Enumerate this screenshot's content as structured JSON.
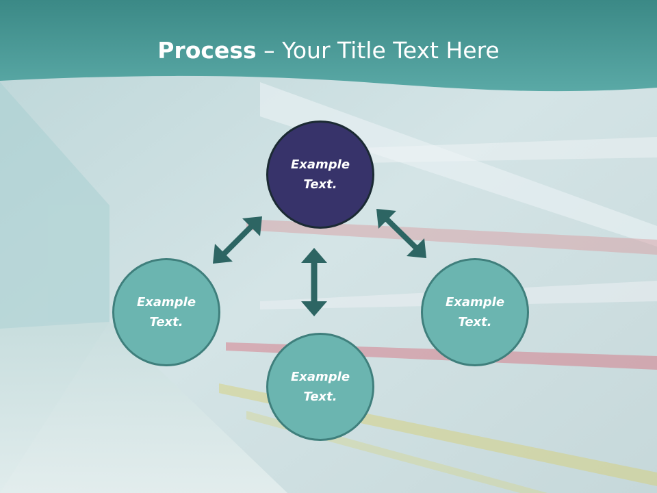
{
  "slide": {
    "title_bold": "Process",
    "title_rest": " – Your Title Text Here"
  },
  "nodes": [
    {
      "text": "Example\nText."
    },
    {
      "text": "Example\nText."
    },
    {
      "text": "Example\nText."
    },
    {
      "text": "Example\nText."
    }
  ],
  "colors": {
    "header": "#4a9c99",
    "main_node": "#37336a",
    "sub_node": "#6bb5b0",
    "arrow": "#2d6563"
  }
}
